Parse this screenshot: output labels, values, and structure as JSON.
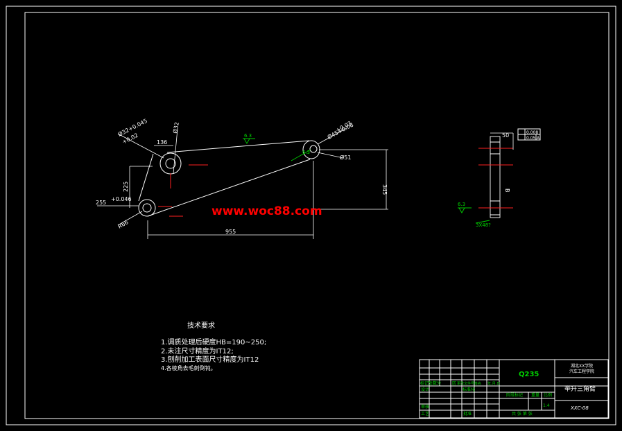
{
  "watermark": "www.woc88.com",
  "dimensions": {
    "d1": "Ø32+0.045",
    "d1b": "+0.02",
    "d2": "136",
    "d3": "Ø32",
    "d4": "225",
    "d5": "255",
    "d6": "+0.046",
    "d7": "R66",
    "d8": "955",
    "d9": "345",
    "d10": "Ø45+0.08",
    "d10b": "+0.03",
    "d11": "Ø51",
    "rough1": "6.3",
    "rough2": "6.3",
    "side_width": "50",
    "side_rough": "6.3",
    "side_holes": "3X48?",
    "tol1": "0.008",
    "tol2": "0.05",
    "tol2_ref": "A",
    "side_mark": "B"
  },
  "notes": {
    "title": "技术要求",
    "items": [
      "1.调质处理后硬度HB=190~250;",
      "2.未注尺寸精度为IT12;",
      "3.刨削加工表面尺寸精度为IT12",
      "4.各棱角去毛刺倒钝。"
    ]
  },
  "title_block": {
    "material": "Q235",
    "part_name": "举升三角臂",
    "school": "湖北XX学院",
    "school2": "汽车工程学院",
    "drawing_no": "XXC-08",
    "row_labels": [
      "标记处数分",
      "区",
      "更改文件号签名",
      "年.月.日"
    ],
    "designer": "设计",
    "standardize": "标准化",
    "check": "审核",
    "process": "工艺",
    "approve": "批准",
    "stage_mark": "阶段标记",
    "weight": "重量",
    "scale": "比例",
    "scale_val": "1:4",
    "sheets": "共 张 第 张"
  }
}
